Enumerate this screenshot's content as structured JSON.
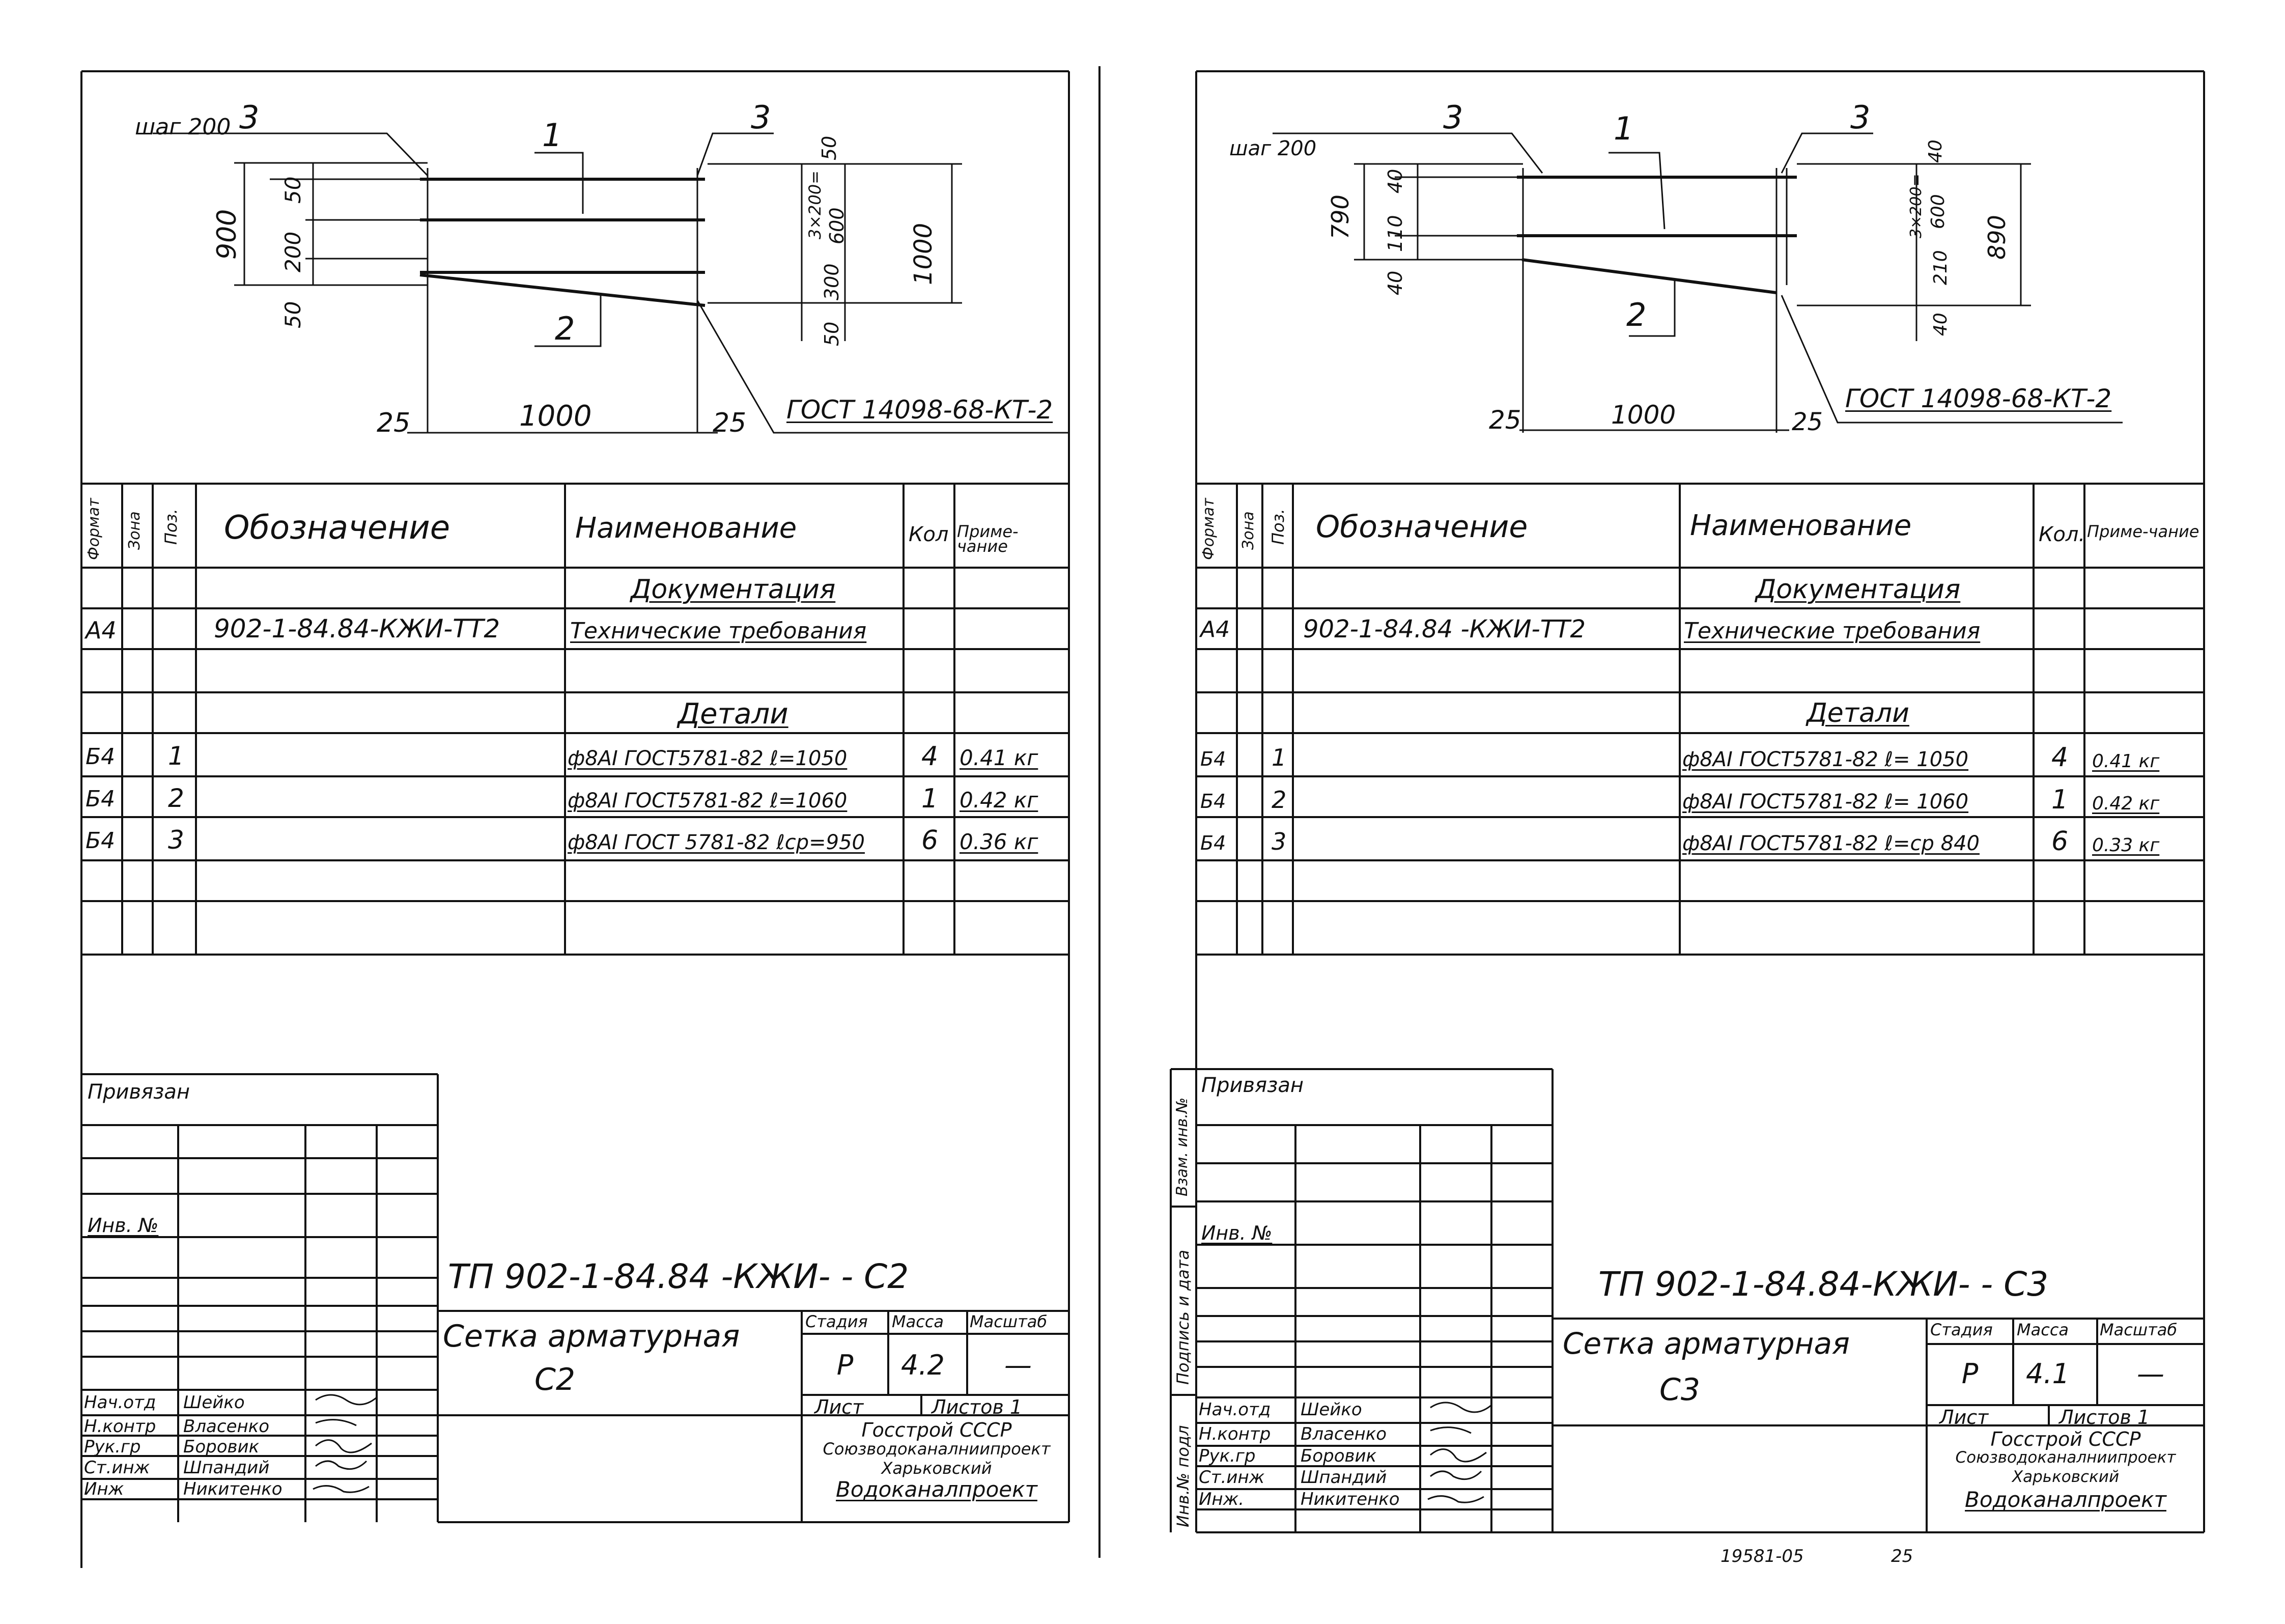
{
  "sheets": [
    {
      "drawing": {
        "step_label": "шаг 200",
        "pos_3a": "3",
        "pos_1": "1",
        "pos_3b": "3",
        "pos_2": "2",
        "dim_900": "900",
        "dim_50_top": "50",
        "dim_200": "200",
        "dim_50_bot": "50",
        "dim_r50_top": "50",
        "dim_3x200": "3×200=",
        "dim_600": "600",
        "dim_300": "300",
        "dim_r50_bot": "50",
        "dim_1000_v": "1000",
        "dim_25_l": "25",
        "dim_1000_h": "1000",
        "dim_25_r": "25",
        "gost": "ГОСТ 14098-68-КТ-2"
      },
      "spec": {
        "h_format": "Формат",
        "h_zone": "Зона",
        "h_pos": "Поз.",
        "h_designation": "Обозначение",
        "h_name": "Наименование",
        "h_qty": "Кол",
        "h_note": "Приме-чание",
        "section_docs": "Документация",
        "doc_format": "А4",
        "doc_designation": "902-1-84.84-КЖИ-ТТ2",
        "doc_name": "Технические требования",
        "section_parts": "Детали",
        "rows": [
          {
            "format": "Б4",
            "pos": "1",
            "name": "ф8АI ГОСТ5781-82 ℓ=1050",
            "qty": "4",
            "note": "0.41 кг"
          },
          {
            "format": "Б4",
            "pos": "2",
            "name": "ф8АI ГОСТ5781-82 ℓ=1060",
            "qty": "1",
            "note": "0.42 кг"
          },
          {
            "format": "Б4",
            "pos": "3",
            "name": "ф8АI ГОСТ 5781-82 ℓср=950",
            "qty": "6",
            "note": "0.36 кг"
          }
        ]
      },
      "stamp": {
        "privyazan": "Привязан",
        "inv_no": "Инв. №",
        "doc_code": "ТП 902-1-84.84 -КЖИ-      - С2",
        "title_line1": "Сетка арматурная",
        "title_line2": "С2",
        "h_stage": "Стадия",
        "h_mass": "Масса",
        "h_scale": "Масштаб",
        "stage": "Р",
        "mass": "4.2",
        "scale": "—",
        "sheet": "Лист",
        "sheets": "Листов 1",
        "org_line1": "Госстрой СССР",
        "org_line2": "Союзводоканалниипроект",
        "org_line3": "Харьковский",
        "org_line4": "Водоканалпроект",
        "staff": [
          {
            "role": "Нач.отд",
            "name": "Шейко"
          },
          {
            "role": "Н.контр",
            "name": "Власенко"
          },
          {
            "role": "Рук.гр",
            "name": "Боровик"
          },
          {
            "role": "Ст.инж",
            "name": "Шпандий"
          },
          {
            "role": "Инж",
            "name": "Никитенко"
          }
        ]
      }
    },
    {
      "drawing": {
        "step_label": "шаг 200",
        "pos_3a": "3",
        "pos_1": "1",
        "pos_3b": "3",
        "pos_2": "2",
        "dim_790": "790",
        "dim_40_top": "40",
        "dim_110": "110",
        "dim_40_bot": "40",
        "dim_r40_top": "40",
        "dim_3x200": "3×200=",
        "dim_600": "600",
        "dim_210": "210",
        "dim_r40_bot": "40",
        "dim_890": "890",
        "dim_25_l": "25",
        "dim_1000_h": "1000",
        "dim_25_r": "25",
        "gost": "ГОСТ 14098-68-КТ-2"
      },
      "spec": {
        "h_format": "Формат",
        "h_zone": "Зона",
        "h_pos": "Поз.",
        "h_designation": "Обозначение",
        "h_name": "Наименование",
        "h_qty": "Кол.",
        "h_note": "Приме-чание",
        "section_docs": "Документация",
        "doc_format": "А4",
        "doc_designation": "902-1-84.84 -КЖИ-ТТ2",
        "doc_name": "Технические требования",
        "section_parts": "Детали",
        "rows": [
          {
            "format": "Б4",
            "pos": "1",
            "name": "ф8АI ГОСТ5781-82 ℓ= 1050",
            "qty": "4",
            "note": "0.41 кг"
          },
          {
            "format": "Б4",
            "pos": "2",
            "name": "ф8АI ГОСТ5781-82 ℓ= 1060",
            "qty": "1",
            "note": "0.42 кг"
          },
          {
            "format": "Б4",
            "pos": "3",
            "name": "ф8АI ГОСТ5781-82 ℓ=ср 840",
            "qty": "6",
            "note": "0.33 кг"
          }
        ]
      },
      "stamp": {
        "privyazan": "Привязан",
        "inv_no": "Инв. №",
        "doc_code": "ТП 902-1-84.84-КЖИ-      - С3",
        "title_line1": "Сетка арматурная",
        "title_line2": "С3",
        "h_stage": "Стадия",
        "h_mass": "Масса",
        "h_scale": "Масштаб",
        "stage": "Р",
        "mass": "4.1",
        "scale": "—",
        "sheet": "Лист",
        "sheets": "Листов 1",
        "org_line1": "Госстрой СССР",
        "org_line2": "Союзводоканалниипроект",
        "org_line3": "Харьковский",
        "org_line4": "Водоканалпроект",
        "staff": [
          {
            "role": "Нач.отд",
            "name": "Шейко"
          },
          {
            "role": "Н.контр",
            "name": "Власенко"
          },
          {
            "role": "Рук.гр",
            "name": "Боровик"
          },
          {
            "role": "Ст.инж",
            "name": "Шпандий"
          },
          {
            "role": "Инж.",
            "name": "Никитенко"
          }
        ]
      },
      "side": {
        "inv_no_orig": "Инв.№ подл",
        "sign_date": "Подпись и дата",
        "vzam_inv": "Взам. инв.№"
      },
      "footer": {
        "code": "19581-05",
        "page": "25"
      }
    }
  ]
}
